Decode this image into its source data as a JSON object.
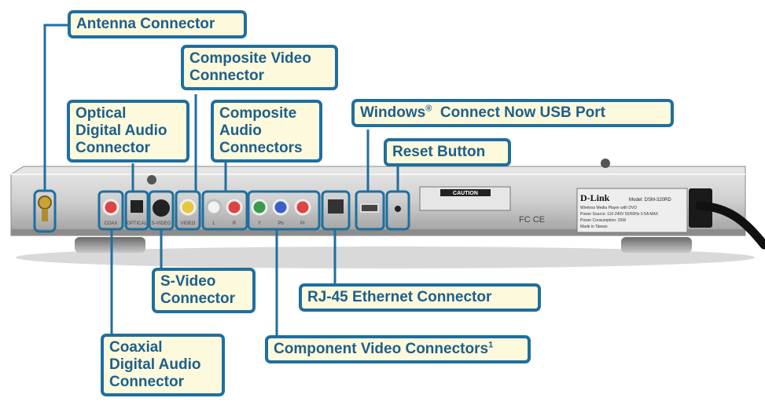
{
  "labels": {
    "antenna": "Antenna Connector",
    "composite_video_1": "Composite Video",
    "composite_video_2": "Connector",
    "optical_1": "Optical",
    "optical_2": "Digital Audio",
    "optical_3": "Connector",
    "composite_audio_1": "Composite",
    "composite_audio_2": "Audio",
    "composite_audio_3": "Connectors",
    "windows": "Windows",
    "windows_mark": "®",
    "windows_rest": "Connect Now USB Port",
    "reset": "Reset Button",
    "svideo_1": "S-Video",
    "svideo_2": "Connector",
    "rj45": "RJ-45 Ethernet Connector",
    "coaxial_1": "Coaxial",
    "coaxial_2": "Digital Audio",
    "coaxial_3": "Connector",
    "component": "Component Video Connectors",
    "component_mark": "1"
  },
  "device": {
    "port_labels": [
      "COAX",
      "OPTICAL",
      "S-VIDEO",
      "VIDEO",
      "L",
      "R",
      "Y",
      "Pb",
      "Pr"
    ],
    "brand": "D-Link",
    "model_text": "Model: DSM-320RD",
    "spec_lines": [
      "Wireless Media Player with DVD",
      "Power Source: 110-240V 50/60Hz 0.5A MAX",
      "Power Consumption: 25W",
      "Made in Taiwan"
    ],
    "caution_title": "CAUTION",
    "certifications": "FC CE"
  },
  "colors": {
    "callout_border": "#1f6f9e",
    "callout_fill": "#fdf9dc",
    "callout_text": "#1d5f8c"
  }
}
